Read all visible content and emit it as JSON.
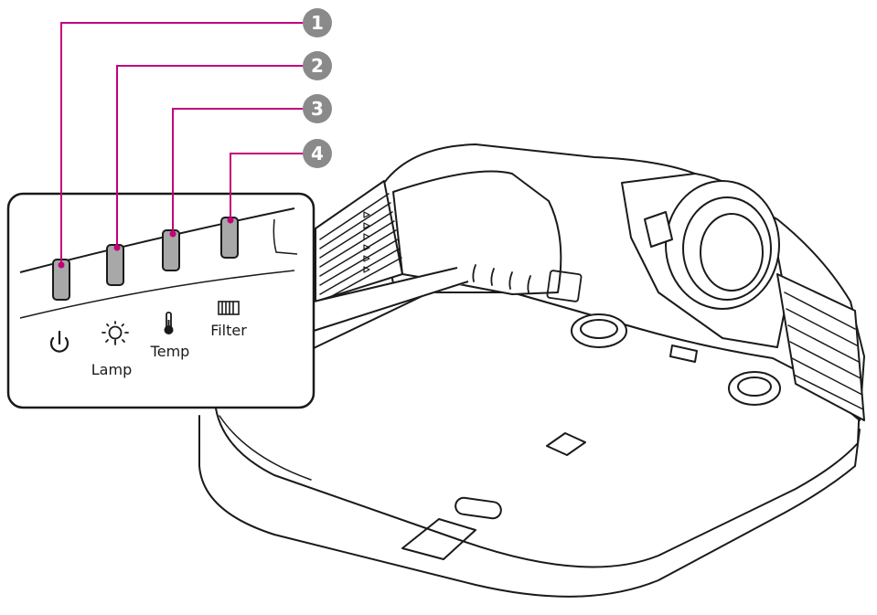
{
  "indicators": [
    {
      "number": "1",
      "icon": "power-icon",
      "label": ""
    },
    {
      "number": "2",
      "icon": "lamp-icon",
      "label": "Lamp"
    },
    {
      "number": "3",
      "icon": "thermometer-icon",
      "label": "Temp"
    },
    {
      "number": "4",
      "icon": "filter-icon",
      "label": "Filter"
    }
  ],
  "colors": {
    "leader_line": "#c4007a",
    "callout_circle": "#8a8a8a",
    "indicator_lamp": "#a8a8a8",
    "outline": "#1a1a1a"
  }
}
